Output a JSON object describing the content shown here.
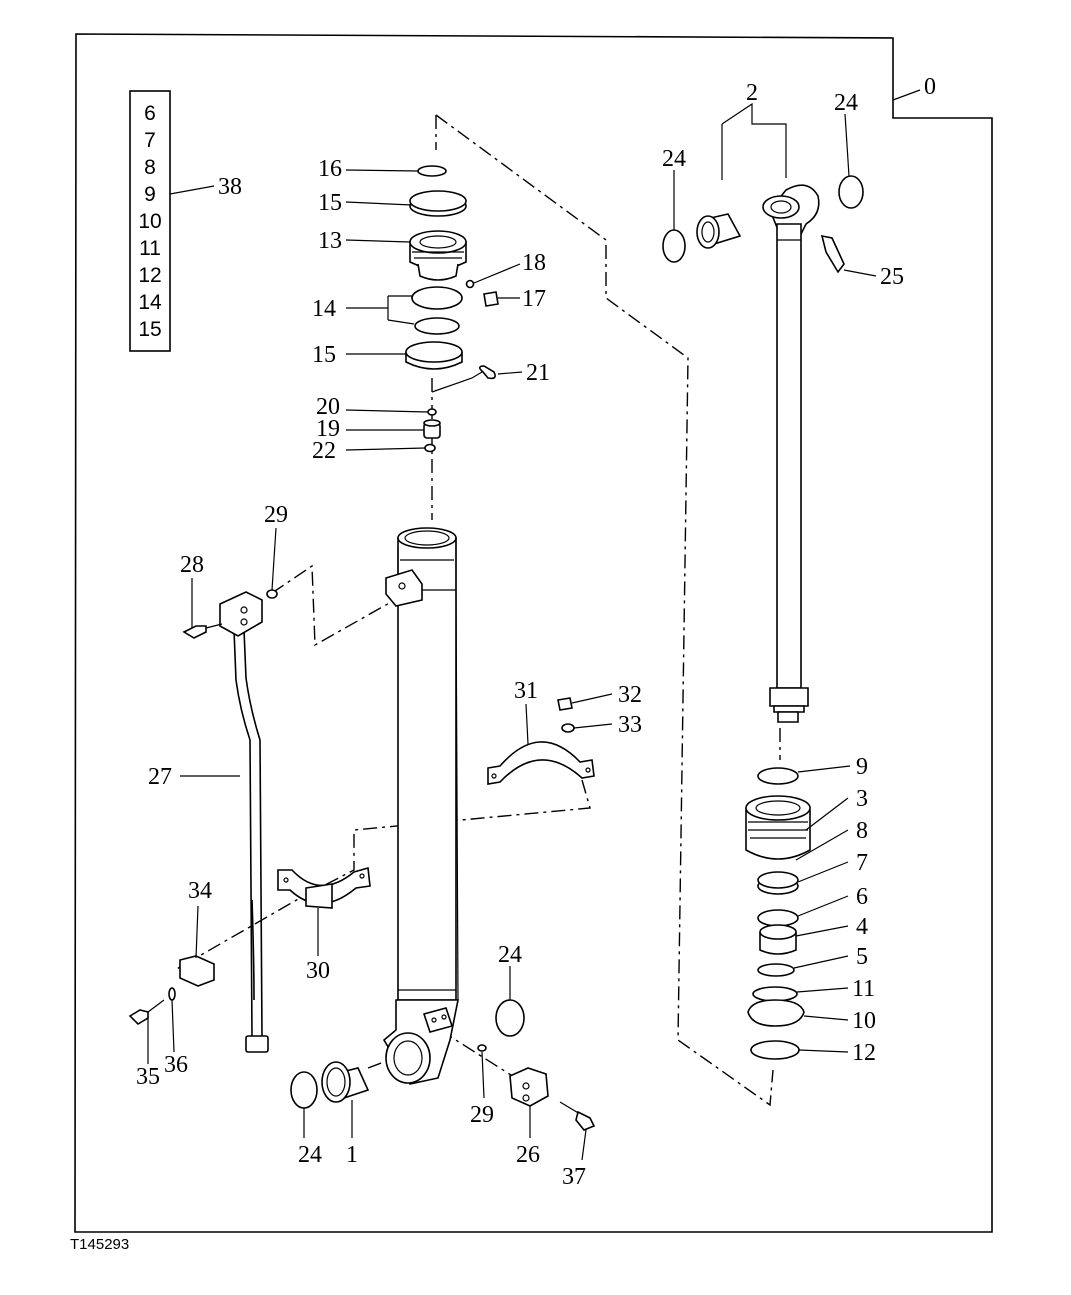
{
  "figure_id": "T145293",
  "assembly_callout": "0",
  "kit_box": {
    "items": [
      "6",
      "7",
      "8",
      "9",
      "10",
      "11",
      "12",
      "14",
      "15"
    ],
    "callout": "38"
  },
  "callouts": {
    "c1": "1",
    "c2": "2",
    "c3": "3",
    "c4": "4",
    "c5": "5",
    "c6": "6",
    "c7": "7",
    "c8": "8",
    "c9": "9",
    "c10": "10",
    "c11": "11",
    "c12": "12",
    "c13": "13",
    "c14": "14",
    "c15a": "15",
    "c15b": "15",
    "c16": "16",
    "c17": "17",
    "c18": "18",
    "c19": "19",
    "c20": "20",
    "c21": "21",
    "c22": "22",
    "c24a": "24",
    "c24b": "24",
    "c24c": "24",
    "c24d": "24",
    "c25": "25",
    "c26": "26",
    "c27": "27",
    "c28": "28",
    "c29a": "29",
    "c29b": "29",
    "c30": "30",
    "c31": "31",
    "c32": "32",
    "c33": "33",
    "c34": "34",
    "c35": "35",
    "c36": "36",
    "c37": "37"
  }
}
